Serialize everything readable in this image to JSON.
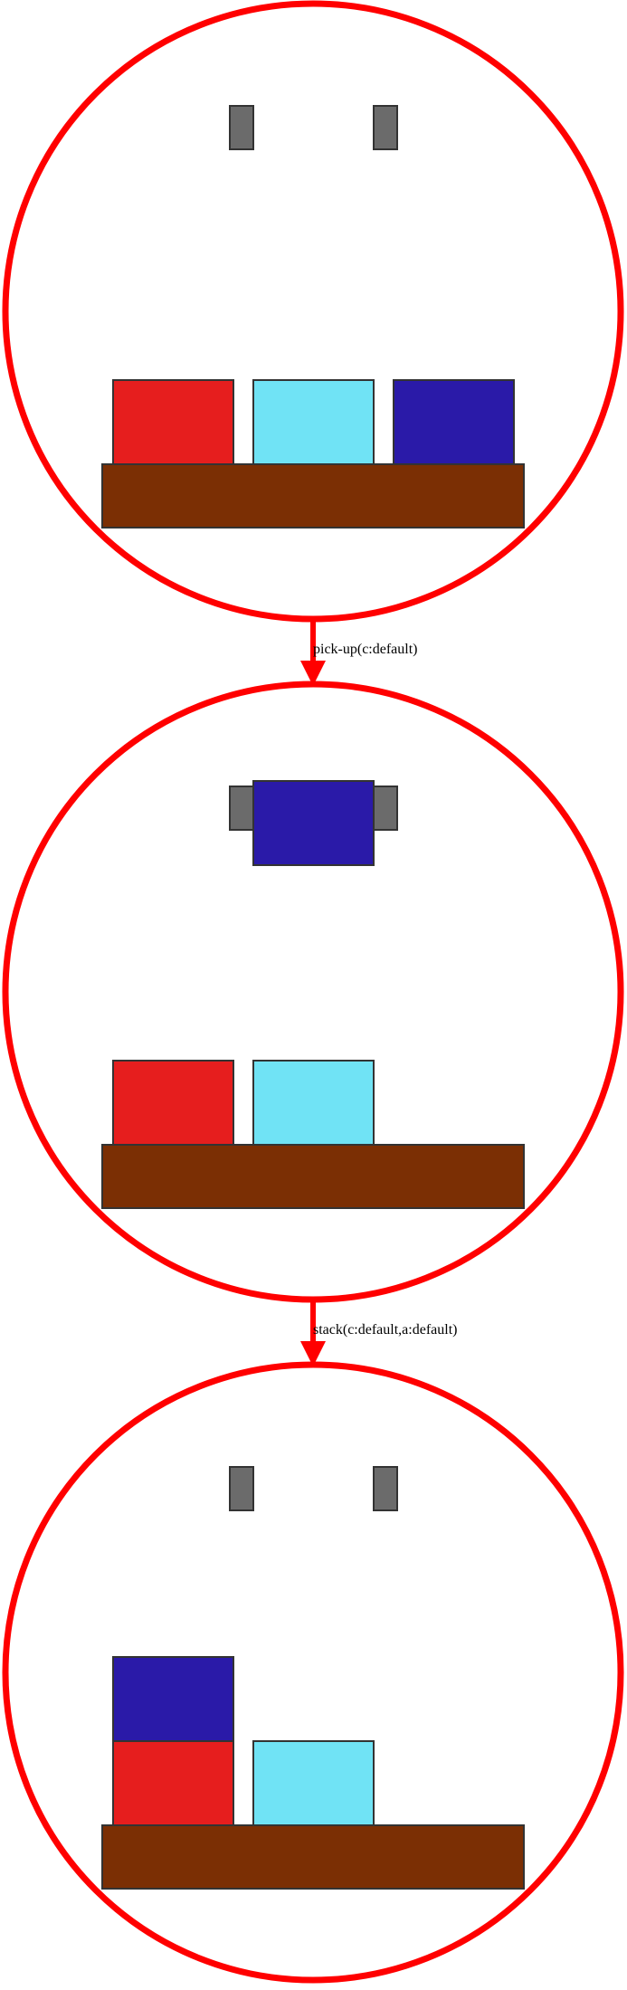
{
  "colors": {
    "state_border": "#ff0000",
    "table": "#7b2f04",
    "gripper": "#6b6b6b",
    "outline": "#333333"
  },
  "blocks": {
    "a": {
      "color": "#e61e1e"
    },
    "b": {
      "color": "#70e3f5"
    },
    "c": {
      "color": "#2a1aa8"
    }
  },
  "states": [
    {
      "id": "state-1",
      "held": null,
      "columns": [
        [
          "a"
        ],
        [
          "b"
        ],
        [
          "c"
        ]
      ]
    },
    {
      "id": "state-2",
      "held": "c",
      "columns": [
        [
          "a"
        ],
        [
          "b"
        ]
      ]
    },
    {
      "id": "state-3",
      "held": null,
      "columns": [
        [
          "a",
          "c"
        ],
        [
          "b"
        ]
      ]
    }
  ],
  "transitions": [
    {
      "label": "pick-up(c:default)"
    },
    {
      "label": "stack(c:default,a:default)"
    }
  ]
}
